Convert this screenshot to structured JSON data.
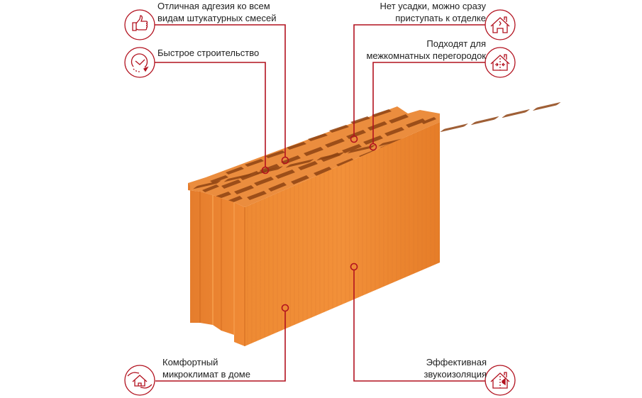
{
  "colors": {
    "accent": "#b2121f",
    "brick_top": "#e8873a",
    "brick_front": "#f08a30",
    "brick_side": "#d9701f",
    "hole": "#9a4a14"
  },
  "features": [
    {
      "id": "adhesion",
      "position": "top-left",
      "line1": "Отличная адгезия ко всем",
      "line2": "видам штукатурных смесей",
      "icon": "thumbs-up-icon"
    },
    {
      "id": "fast-build",
      "position": "left",
      "line1": "Быстрое строительство",
      "line2": "",
      "icon": "clock-icon"
    },
    {
      "id": "no-shrinkage",
      "position": "top-right",
      "line1": "Нет усадки, можно сразу",
      "line2": "приступать к отделке",
      "icon": "house-crack-icon"
    },
    {
      "id": "partitions",
      "position": "right",
      "line1": "Подходят для",
      "line2": "межкомнатных перегородок",
      "icon": "house-partition-icon"
    },
    {
      "id": "microclimate",
      "position": "bottom-left",
      "line1": "Комфортный",
      "line2": "микроклимат в доме",
      "icon": "hands-house-icon"
    },
    {
      "id": "soundproof",
      "position": "bottom-right",
      "line1": "Эффективная",
      "line2": "звукоизоляция",
      "icon": "house-sound-icon"
    }
  ],
  "product": {
    "name": "ceramic-block-image"
  }
}
